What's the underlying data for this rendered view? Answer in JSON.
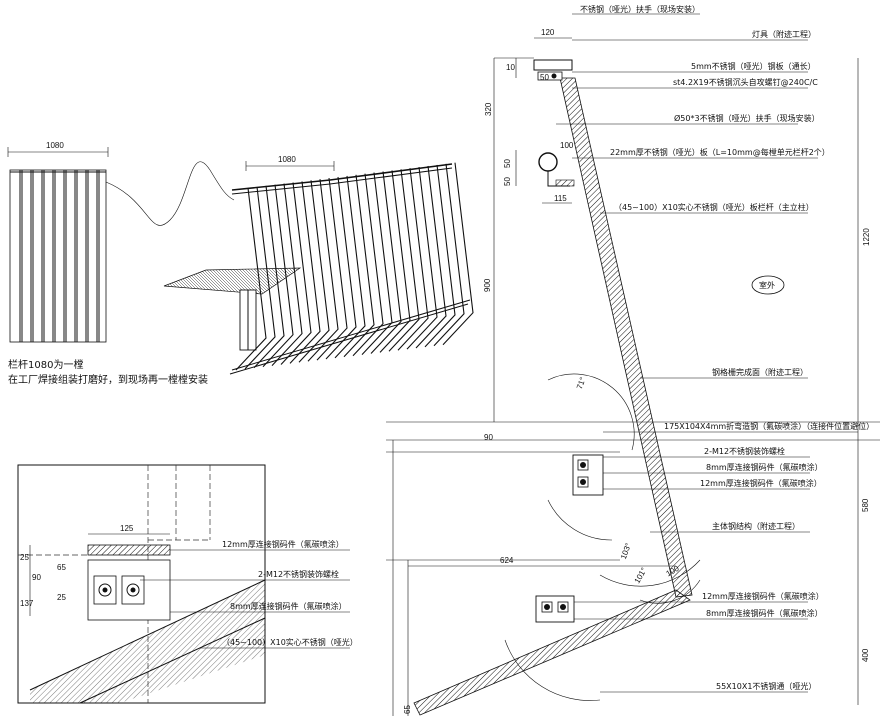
{
  "detail_a": {
    "dim_width": "1080",
    "note_line1": "栏杆1080为一樘",
    "note_line2": "在工厂焊接组装打磨好，到现场再一樘樘安装"
  },
  "iso_view": {
    "dim_width": "1080"
  },
  "detail_c": {
    "dims": [
      "125",
      "25",
      "90",
      "65",
      "137",
      "25"
    ],
    "labels": [
      "12mm厚连接钢码件（氟碳喷涂）",
      "2-M12不锈钢装饰螺栓",
      "8mm厚连接钢码件（氟碳喷涂）",
      "（45~100）X10实心不锈钢（哑光）"
    ]
  },
  "section": {
    "top_labels": [
      "不锈钢（哑光）扶手（现场安装）",
      "灯具（附迹工程）",
      "5mm不锈钢（哑光）钢板（通长）",
      "st4.2X19不锈钢沉头自攻螺钉@240C/C",
      "Ø50*3不锈钢（哑光）扶手（现场安装）",
      "22mm厚不锈钢（哑光）板（L=10mm@每樘单元栏杆2个）",
      "（45~100）X10实心不锈钢（哑光）板栏杆（主立柱）"
    ],
    "outside_label": "室外",
    "mid_labels": [
      "钢格栅完成面（附迹工程）",
      "175X104X4mm折弯造钢（氟碳喷涂）（连接件位置避位）",
      "2-M12不锈钢装饰螺栓",
      "8mm厚连接钢码件（氟碳喷涂）",
      "12mm厚连接钢码件（氟碳喷涂）",
      "主体钢结构（附迹工程）"
    ],
    "bottom_labels": [
      "12mm厚连接钢码件（氟碳喷涂）",
      "8mm厚连接钢码件（氟碳喷涂）",
      "55X10X1不锈钢通（哑光）"
    ],
    "dims": {
      "top_w": "120",
      "top_h1": "10",
      "top_h2": "50",
      "h_320": "320",
      "h_50a": "50",
      "h_50b": "50",
      "w_100": "100",
      "w_115": "115",
      "h_900": "900",
      "h_1220": "1220",
      "h_580": "580",
      "h_400": "400",
      "w_90": "90",
      "w_624": "624",
      "angle_71": "71°",
      "angle_103": "103°",
      "angle_101": "101°",
      "w_100b": "100",
      "h_65": "65"
    }
  }
}
